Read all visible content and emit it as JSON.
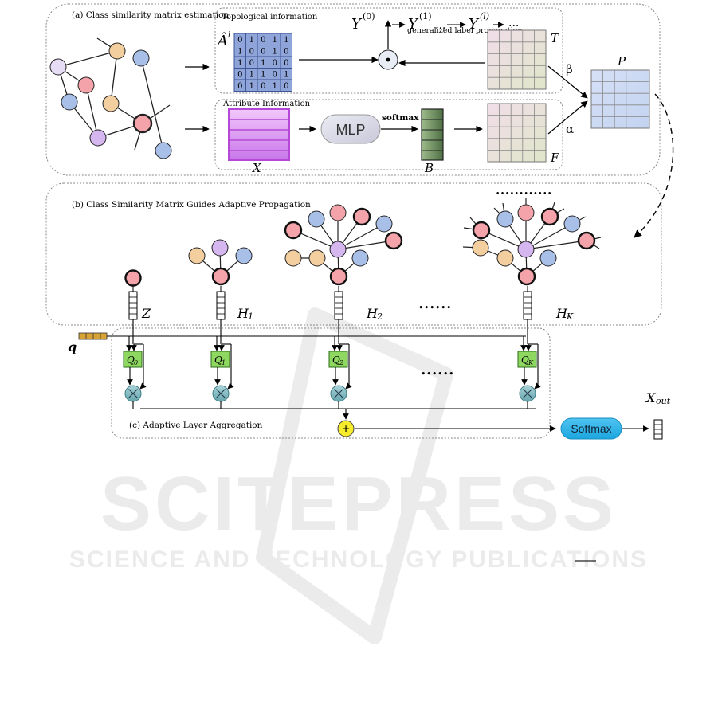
{
  "panels": {
    "a_title": "(a) Class similarity matrix estimation",
    "b_title": "(b) Class Similarity Matrix Guides Adaptive Propagation",
    "c_title": "(c) Adaptive Layer Aggregation"
  },
  "topo": {
    "title": "Topological information",
    "adj_label": "Â",
    "adj_sup": "l",
    "matrix": [
      [
        "0",
        "1",
        "0",
        "1",
        "1"
      ],
      [
        "1",
        "0",
        "0",
        "1",
        "0"
      ],
      [
        "1",
        "0",
        "1",
        "0",
        "0"
      ],
      [
        "0",
        "1",
        "1",
        "0",
        "1"
      ],
      [
        "0",
        "1",
        "0",
        "1",
        "0"
      ]
    ],
    "y0": "Y",
    "y0_sup": "(0)",
    "y1": "Y",
    "y1_sup": "(1)",
    "yl": "Y",
    "yl_sup": "(l)",
    "dots1": "...",
    "dots2": "...",
    "glp_label": "generalized label propagation",
    "t_label": "T",
    "hadamard": "⊙"
  },
  "attr": {
    "title": "Attribute Information",
    "x_label": "X",
    "mlp_label": "MLP",
    "softmax_label": "softmax",
    "b_label": "B",
    "f_label": "F"
  },
  "combine": {
    "beta": "β",
    "alpha": "α",
    "p_label": "P"
  },
  "propagation": {
    "z_label": "Z",
    "h1_label": "H",
    "h1_sub": "1",
    "h2_label": "H",
    "h2_sub": "2",
    "hk_label": "H",
    "hk_sub": "K",
    "dots": "••••••",
    "top_dots": "••••••••••••"
  },
  "aggregation": {
    "q_label": "q",
    "q0": "Q",
    "q0_sub": "0",
    "q1": "Q",
    "q1_sub": "1",
    "q2": "Q",
    "q2_sub": "2",
    "qk": "Q",
    "qk_sub": "K",
    "dots": "••••••",
    "softmax_label": "Softmax",
    "xout": "X",
    "xout_sub": "out"
  },
  "watermark": {
    "line1": "SCITEPRESS",
    "line2": "SCIENCE AND TECHNOLOGY PUBLICATIONS"
  },
  "colors": {
    "red_node": "#f4a3aa",
    "blue_node": "#a8c0e8",
    "orange_node": "#f3cf9f",
    "purple_node": "#d5b6ef",
    "matrix_cell": "#8fa4d8",
    "grid_pink": "#e6cfe0",
    "grid_blue": "#cbd9f3",
    "x_matrix": "#d27af0",
    "mlp_fill": "#dcdcea",
    "b_matrix": "#6c8a60",
    "q_green": "#8ed760",
    "multiply": "#7eb8bf",
    "sum_yellow": "#f7ec2c",
    "softmax_blue": "#28b3ea",
    "q_vector": "#d8a335"
  }
}
